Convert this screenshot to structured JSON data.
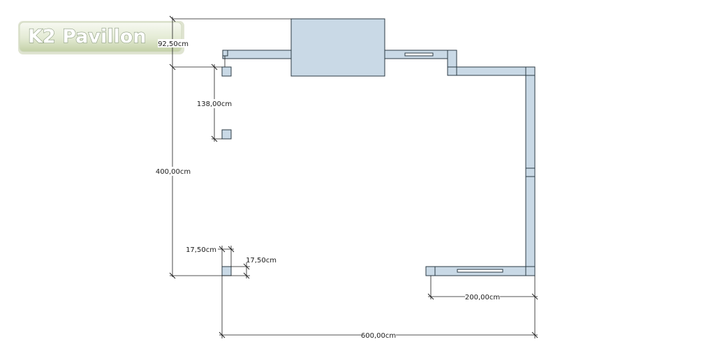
{
  "logo": {
    "text": "K2 Pavillon"
  },
  "dimensions": {
    "top_offset": "92,50cm",
    "upper_post_gap": "138,00cm",
    "total_depth": "400,00cm",
    "post_width_h": "17,50cm",
    "post_width_v": "17,50cm",
    "side_return": "200,00cm",
    "total_width": "600,00cm"
  },
  "colors": {
    "wall_fill": "#c9d9e6",
    "line": "#2b3a44",
    "logo_bg_top": "#f4f7ee",
    "logo_bg_bottom": "#c8d5ad"
  }
}
